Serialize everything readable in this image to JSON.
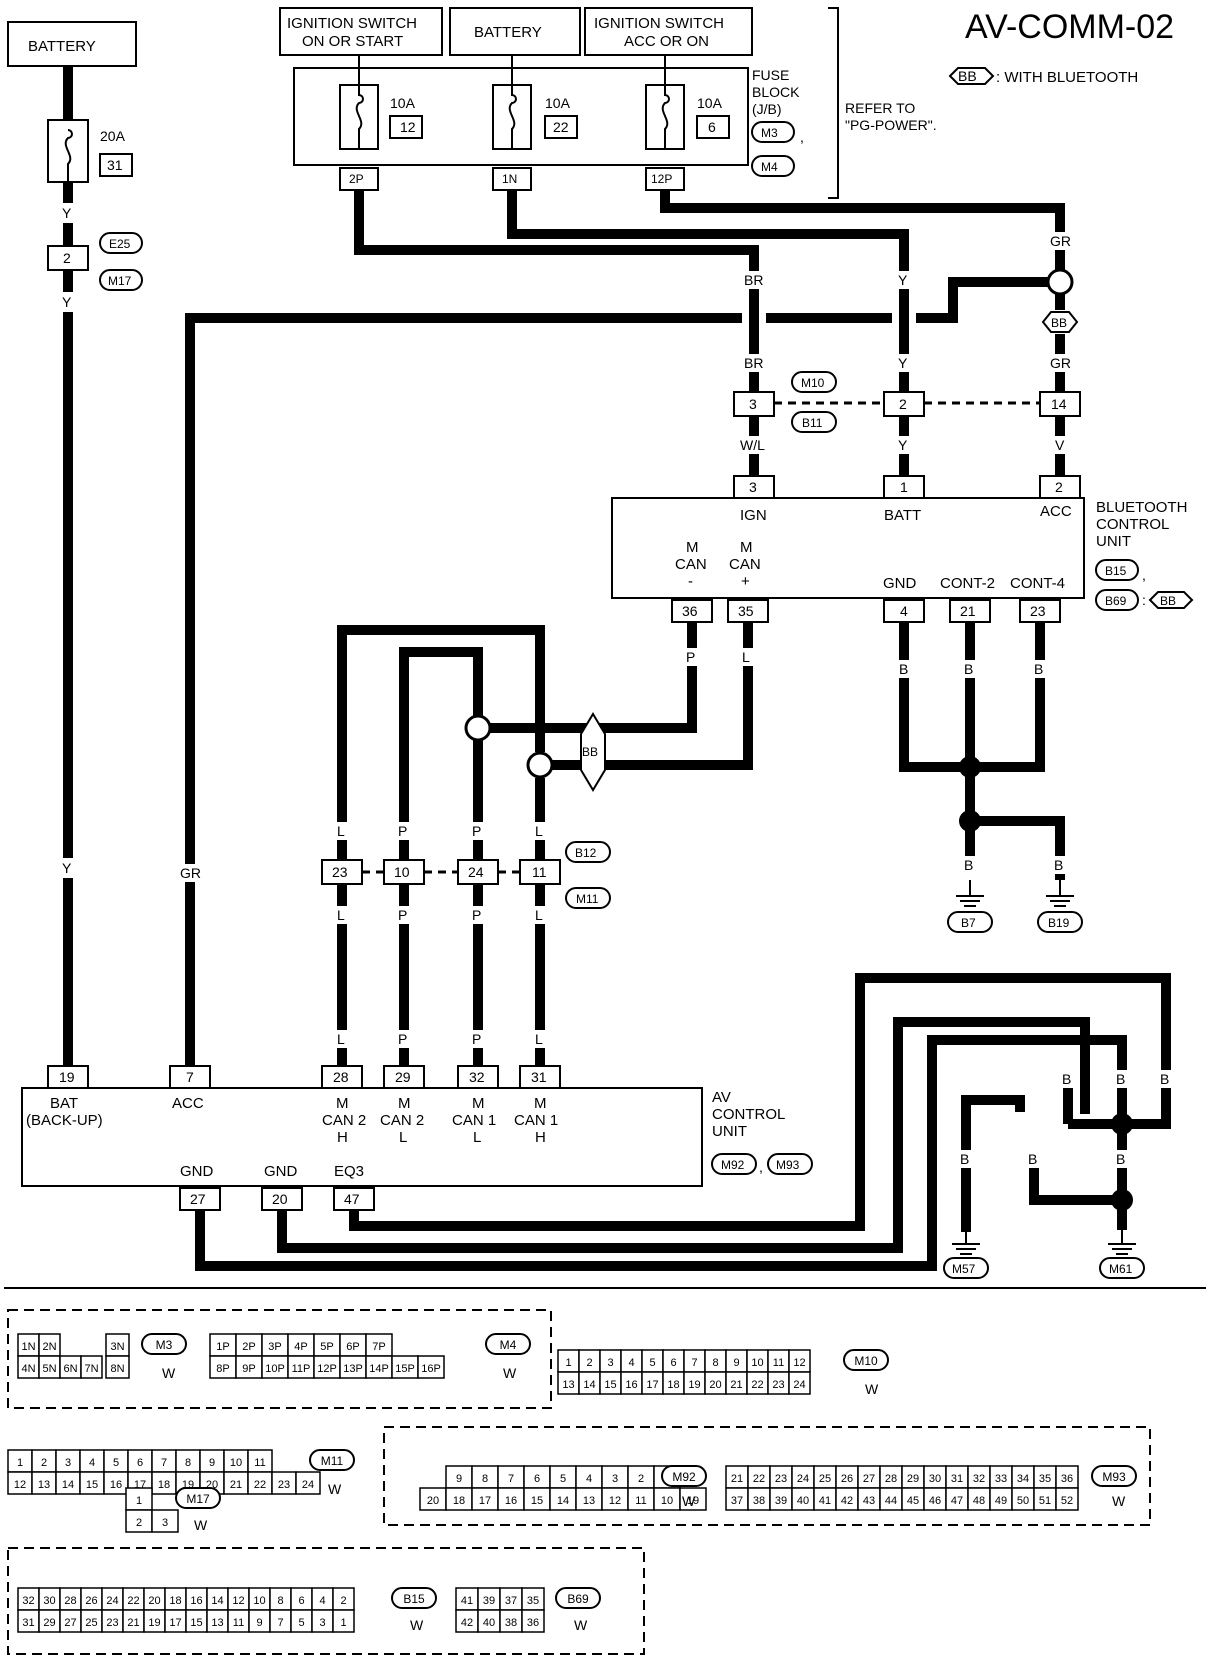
{
  "title": "AV-COMM-02",
  "legend": {
    "badge": "BB",
    "text": ": WITH BLUETOOTH"
  },
  "power_sources": {
    "battery_left": "BATTERY",
    "ign_on_start_l1": "IGNITION SWITCH",
    "ign_on_start_l2": "ON OR START",
    "battery_top": "BATTERY",
    "ign_acc_l1": "IGNITION SWITCH",
    "ign_acc_l2": "ACC OR ON"
  },
  "fuses": [
    {
      "amp": "10A",
      "num": "12",
      "terminal": "2P"
    },
    {
      "amp": "10A",
      "num": "22",
      "terminal": "1N"
    },
    {
      "amp": "10A",
      "num": "6",
      "terminal": "12P"
    },
    {
      "amp": "20A",
      "num": "31"
    }
  ],
  "fuse_block": {
    "l1": "FUSE",
    "l2": "BLOCK",
    "l3": "(J/B)",
    "c1": "M3",
    "c2": "M4",
    "sep": ","
  },
  "refer": {
    "l1": "REFER TO",
    "l2": "\"PG-POWER\"."
  },
  "connectors": {
    "e25_pin": "2",
    "e25": "E25",
    "m17": "M17",
    "m10": "M10",
    "b11": "B11",
    "m10_pins": [
      "3",
      "2",
      "14"
    ],
    "b12": "B12",
    "m11": "M11",
    "b12_pins": [
      "23",
      "10",
      "24",
      "11"
    ],
    "b7": "B7",
    "b19": "B19",
    "m57": "M57",
    "m61": "M61"
  },
  "wire_colors": {
    "y": "Y",
    "br": "BR",
    "gr": "GR",
    "wl": "W/L",
    "v": "V",
    "p": "P",
    "l": "L",
    "b": "B",
    "bb": "BB"
  },
  "bluetooth_unit": {
    "name_l1": "BLUETOOTH",
    "name_l2": "CONTROL",
    "name_l3": "UNIT",
    "c1": "B15",
    "c2": "B69",
    "c2_suffix": ":",
    "sep": ",",
    "pins_top": [
      "3",
      "1",
      "2"
    ],
    "labels_top": [
      "IGN",
      "BATT",
      "ACC"
    ],
    "pins_bottom": [
      "36",
      "35",
      "4",
      "21",
      "23"
    ],
    "mcan_minus": [
      "M",
      "CAN",
      "-"
    ],
    "mcan_plus": [
      "M",
      "CAN",
      "+"
    ],
    "gnd": "GND",
    "cont2": "CONT-2",
    "cont4": "CONT-4"
  },
  "av_unit": {
    "name_l1": "AV",
    "name_l2": "CONTROL",
    "name_l3": "UNIT",
    "c1": "M92",
    "c2": "M93",
    "sep": ",",
    "pins_top": [
      "19",
      "7",
      "28",
      "29",
      "32",
      "31"
    ],
    "bat_l1": "BAT",
    "bat_l2": "(BACK-UP)",
    "acc": "ACC",
    "mcan2h": [
      "M",
      "CAN 2",
      "H"
    ],
    "mcan2l": [
      "M",
      "CAN 2",
      "L"
    ],
    "mcan1l": [
      "M",
      "CAN 1",
      "L"
    ],
    "mcan1h": [
      "M",
      "CAN 1",
      "H"
    ],
    "pins_bottom": [
      "27",
      "20",
      "47"
    ],
    "gnd": "GND",
    "eq3": "EQ3"
  },
  "connector_views": {
    "m3": {
      "name": "M3",
      "color": "W",
      "row1": [
        "1N",
        "2N"
      ],
      "row2": [
        "4N",
        "5N",
        "6N",
        "7N"
      ],
      "side": [
        "3N",
        "8N"
      ]
    },
    "m4": {
      "name": "M4",
      "color": "W",
      "row1": [
        "1P",
        "2P",
        "3P",
        "4P",
        "5P",
        "6P",
        "7P"
      ],
      "row2": [
        "8P",
        "9P",
        "10P",
        "11P",
        "12P",
        "13P",
        "14P",
        "15P",
        "16P"
      ]
    },
    "m10": {
      "name": "M10",
      "color": "W",
      "row1": [
        "1",
        "2",
        "3",
        "4",
        "5",
        "6",
        "7",
        "8",
        "9",
        "10",
        "11",
        "12"
      ],
      "row2": [
        "13",
        "14",
        "15",
        "16",
        "17",
        "18",
        "19",
        "20",
        "21",
        "22",
        "23",
        "24"
      ]
    },
    "m11": {
      "name": "M11",
      "color": "W",
      "row1": [
        "1",
        "2",
        "3",
        "4",
        "5",
        "6",
        "7",
        "8",
        "9",
        "10",
        "11"
      ],
      "row2": [
        "12",
        "13",
        "14",
        "15",
        "16",
        "17",
        "18",
        "19",
        "20",
        "21",
        "22",
        "23",
        "24"
      ]
    },
    "m17": {
      "name": "M17",
      "color": "W",
      "row1": [
        "1"
      ],
      "row2": [
        "2",
        "3"
      ]
    },
    "m92": {
      "name": "M92",
      "color": "W",
      "row1": [
        "9",
        "8",
        "7",
        "6",
        "5",
        "4",
        "3",
        "2",
        "1"
      ],
      "row2": [
        "20",
        "18",
        "17",
        "16",
        "15",
        "14",
        "13",
        "12",
        "11",
        "10",
        "19"
      ]
    },
    "m93": {
      "name": "M93",
      "color": "W",
      "row1": [
        "21",
        "22",
        "23",
        "24",
        "25",
        "26",
        "27",
        "28",
        "29",
        "30",
        "31",
        "32",
        "33",
        "34",
        "35",
        "36"
      ],
      "row2": [
        "37",
        "38",
        "39",
        "40",
        "41",
        "42",
        "43",
        "44",
        "45",
        "46",
        "47",
        "48",
        "49",
        "50",
        "51",
        "52"
      ]
    },
    "b15": {
      "name": "B15",
      "color": "W",
      "row1": [
        "32",
        "30",
        "28",
        "26",
        "24",
        "22",
        "20",
        "18",
        "16",
        "14",
        "12",
        "10",
        "8",
        "6",
        "4",
        "2"
      ],
      "row2": [
        "31",
        "29",
        "27",
        "25",
        "23",
        "21",
        "19",
        "17",
        "15",
        "13",
        "11",
        "9",
        "7",
        "5",
        "3",
        "1"
      ]
    },
    "b69": {
      "name": "B69",
      "color": "W",
      "row1": [
        "41",
        "39",
        "37",
        "35"
      ],
      "row2": [
        "42",
        "40",
        "38",
        "36"
      ]
    }
  }
}
